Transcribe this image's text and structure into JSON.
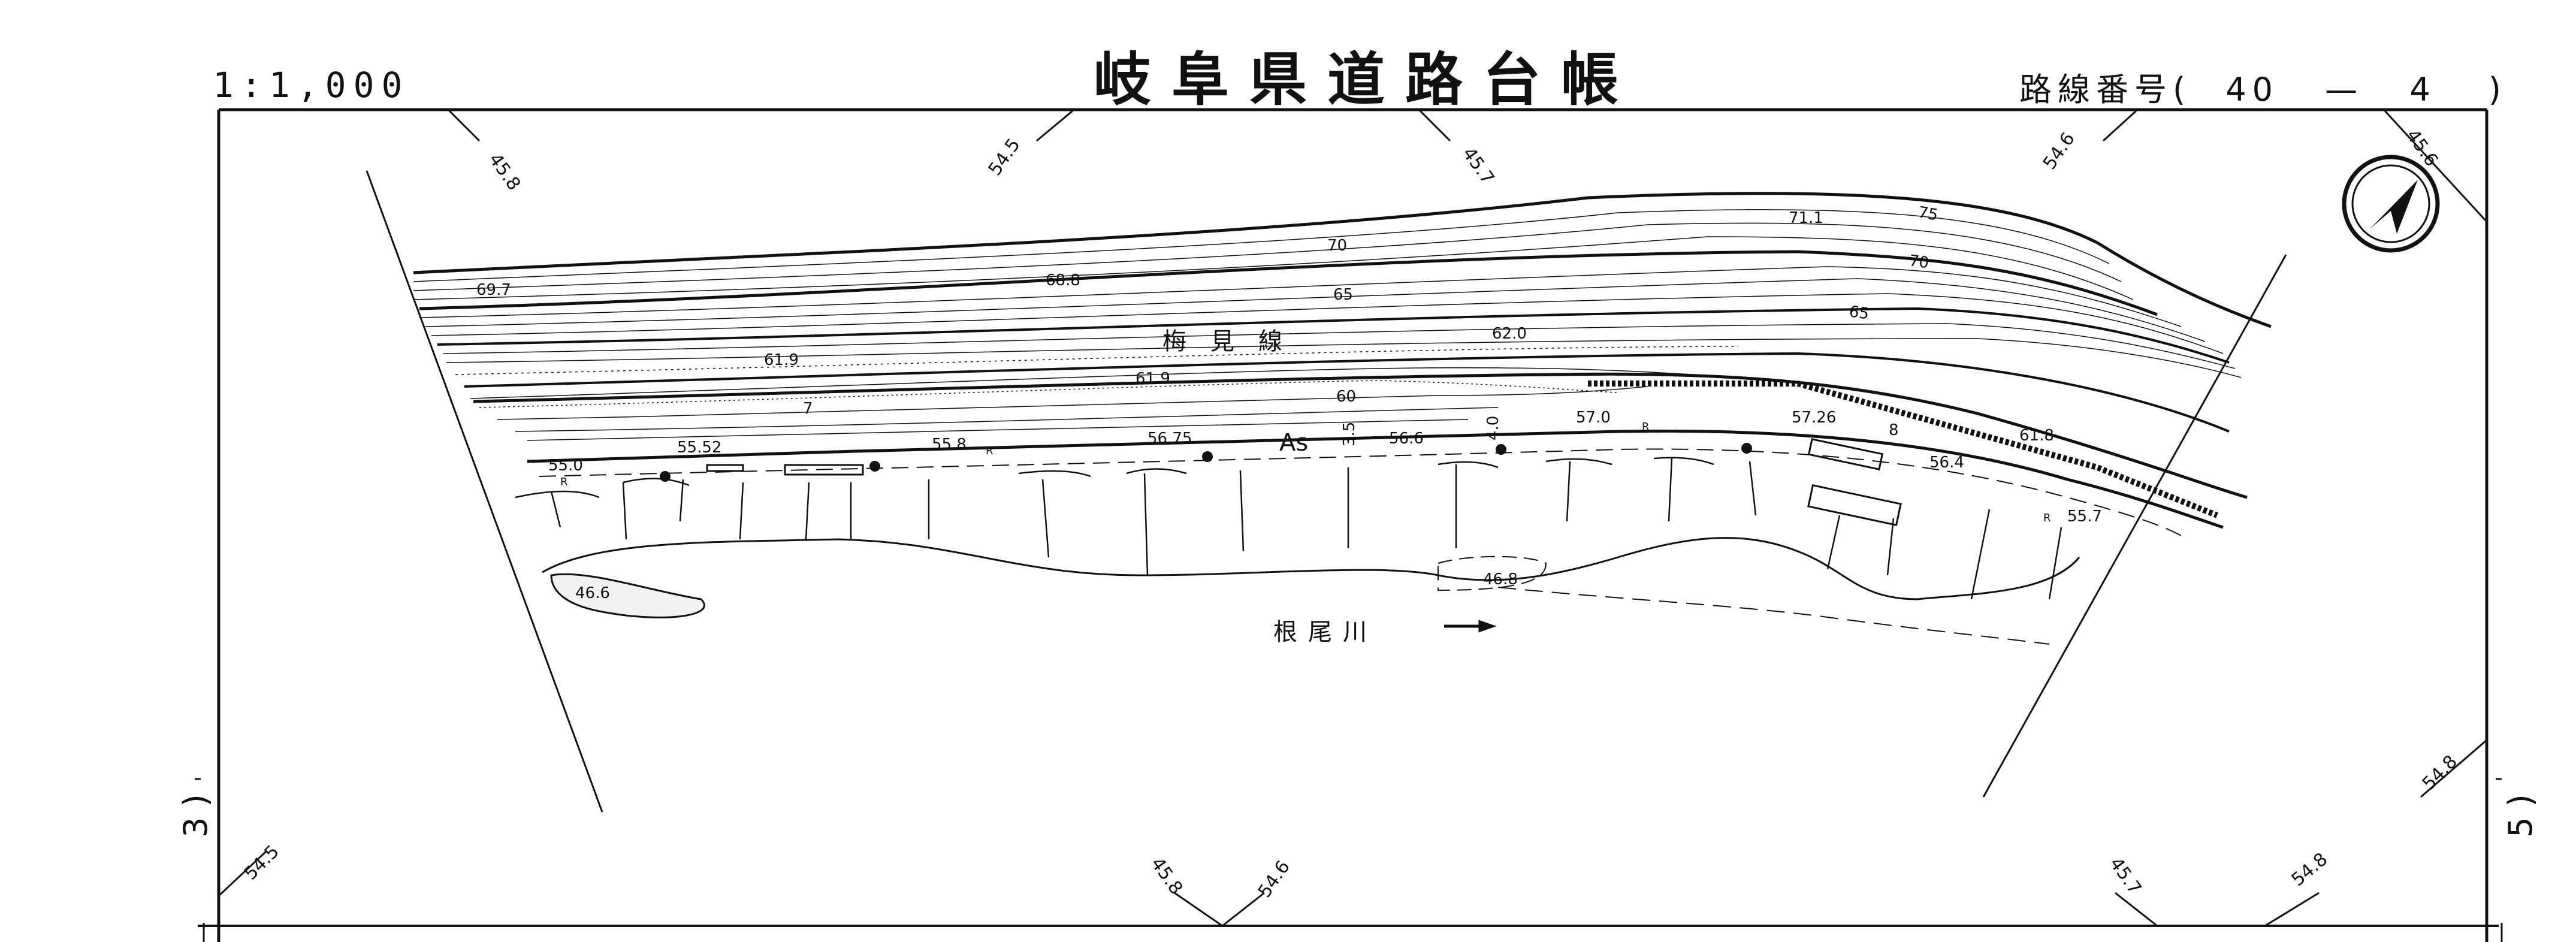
{
  "header": {
    "title": "岐阜県道路台帳",
    "scale": "1:1,000",
    "route_prefix": "路線番号(",
    "route_a": "40",
    "route_sep": "—",
    "route_b": "4",
    "route_suffix": ")"
  },
  "side_marks": {
    "left": "3 )",
    "right": "5 )"
  },
  "map": {
    "road_name": "梅　見　線",
    "river_name": "根尾川",
    "pavement": "As",
    "north_symbol": "north-arrow-icon",
    "line_color": "#111111",
    "background": "#ffffff"
  },
  "corner_marks": {
    "top": [
      "45.8",
      "54.5",
      "45.7",
      "54.6",
      "45.6"
    ],
    "bottom": [
      "54.5",
      "45.8",
      "54.6",
      "45.7",
      "54.8"
    ],
    "right": "54.8"
  },
  "contours": [
    "75",
    "70",
    "70",
    "65",
    "65",
    "60",
    "7",
    "8"
  ],
  "elevations": [
    "71.1",
    "69.7",
    "68.8",
    "62.0",
    "61.9",
    "61.9",
    "57.0",
    "57.26",
    "61.8",
    "56.4",
    "55.7",
    "55.52",
    "55.8",
    "56.75",
    "56.6",
    "55.0",
    "46.6",
    "46.8"
  ],
  "small_figures": [
    "3.5",
    "4.0"
  ],
  "markers": [
    "R",
    "R",
    "R",
    "R"
  ]
}
